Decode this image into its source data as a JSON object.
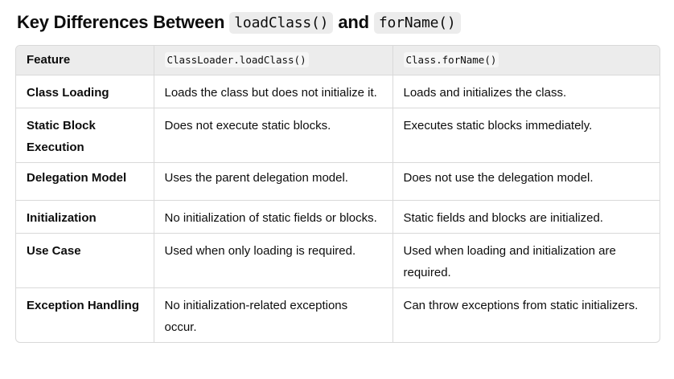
{
  "heading": {
    "prefix": "Key Differences Between",
    "code1": "loadClass()",
    "conj": "and",
    "code2": "forName()"
  },
  "table": {
    "headers": [
      "Feature",
      "ClassLoader.loadClass()",
      "Class.forName()"
    ],
    "rows": [
      [
        "Class Loading",
        "Loads the class but does not initialize it.",
        "Loads and initializes the class."
      ],
      [
        "Static Block Execution",
        "Does not execute static blocks.",
        "Executes static blocks immediately."
      ],
      [
        "Delegation Model",
        "Uses the parent delegation model.",
        "Does not use the delegation model."
      ],
      [
        "Initialization",
        "No initialization of static fields or blocks.",
        "Static fields and blocks are initialized."
      ],
      [
        "Use Case",
        "Used when only loading is required.",
        "Used when loading and initialization are required."
      ],
      [
        "Exception Handling",
        "No initialization-related exceptions occur.",
        "Can throw exceptions from static initializers."
      ]
    ]
  }
}
